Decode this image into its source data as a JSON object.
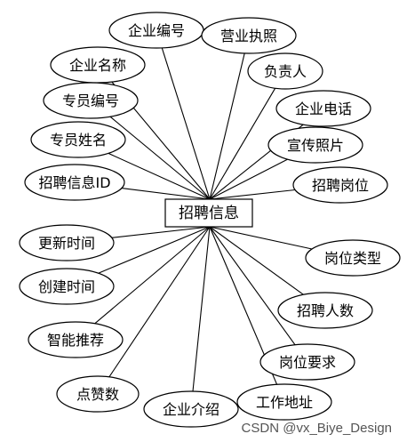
{
  "entity": {
    "label": "招聘信息"
  },
  "attributes": [
    {
      "id": "company-code",
      "label": "企业编号"
    },
    {
      "id": "business-license",
      "label": "营业执照"
    },
    {
      "id": "company-name",
      "label": "企业名称"
    },
    {
      "id": "person-in-charge",
      "label": "负责人"
    },
    {
      "id": "specialist-code",
      "label": "专员编号"
    },
    {
      "id": "company-phone",
      "label": "企业电话"
    },
    {
      "id": "specialist-name",
      "label": "专员姓名"
    },
    {
      "id": "promo-photo",
      "label": "宣传照片"
    },
    {
      "id": "recruit-info-id",
      "label": "招聘信息ID"
    },
    {
      "id": "recruit-position",
      "label": "招聘岗位"
    },
    {
      "id": "update-time",
      "label": "更新时间"
    },
    {
      "id": "position-type",
      "label": "岗位类型"
    },
    {
      "id": "create-time",
      "label": "创建时间"
    },
    {
      "id": "recruit-count",
      "label": "招聘人数"
    },
    {
      "id": "smart-recommend",
      "label": "智能推荐"
    },
    {
      "id": "position-requirements",
      "label": "岗位要求"
    },
    {
      "id": "like-count",
      "label": "点赞数"
    },
    {
      "id": "company-intro",
      "label": "企业介绍"
    },
    {
      "id": "work-address",
      "label": "工作地址"
    }
  ],
  "watermark": "CSDN @vx_Biye_Design"
}
